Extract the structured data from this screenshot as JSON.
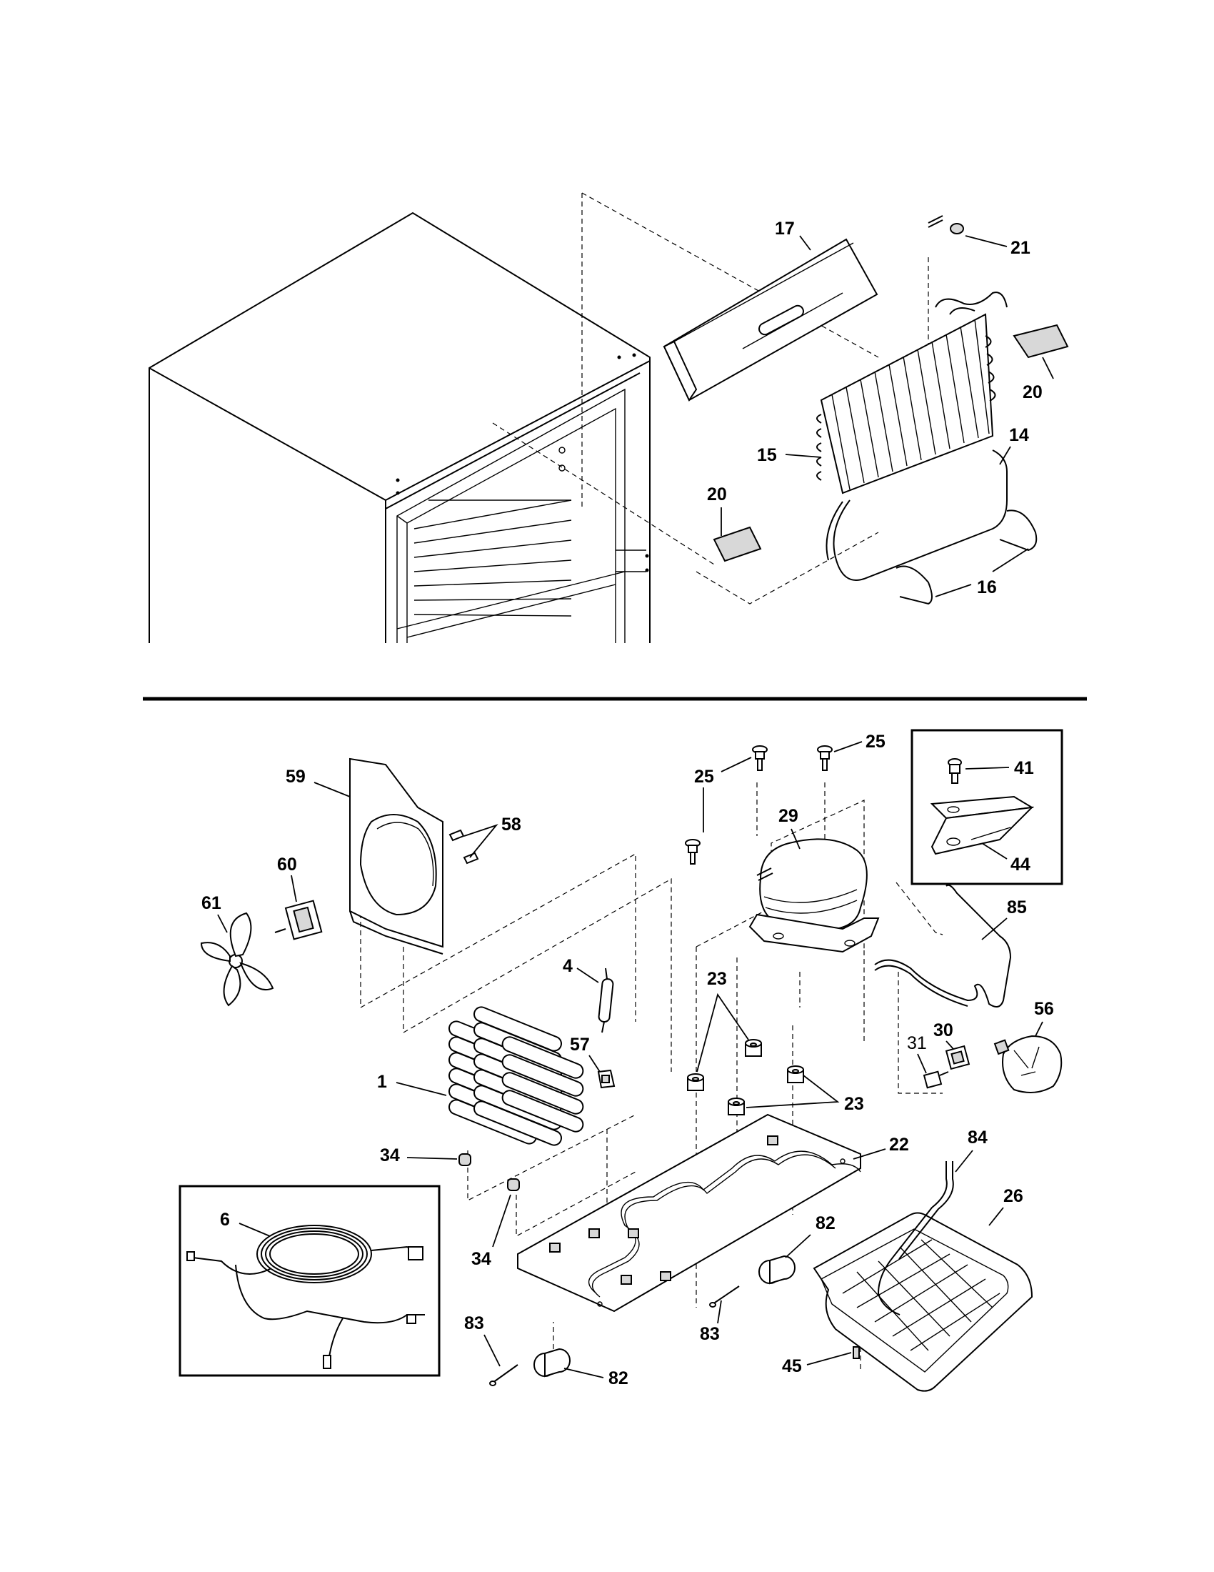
{
  "diagram": {
    "callouts": {
      "c17": "17",
      "c21": "21",
      "c20a": "20",
      "c14": "14",
      "c15": "15",
      "c20b": "20",
      "c16": "16",
      "c25a": "25",
      "c25b": "25",
      "c41": "41",
      "c29": "29",
      "c44": "44",
      "c59": "59",
      "c58": "58",
      "c60": "60",
      "c61": "61",
      "c85": "85",
      "c4": "4",
      "c23a": "23",
      "c56": "56",
      "c30": "30",
      "c31": "31",
      "c57": "57",
      "c1": "1",
      "c23b": "23",
      "c22": "22",
      "c34a": "34",
      "c84": "84",
      "c26": "26",
      "c6": "6",
      "c82a": "82",
      "c34b": "34",
      "c83a": "83",
      "c83b": "83",
      "c82b": "82",
      "c45": "45"
    }
  }
}
